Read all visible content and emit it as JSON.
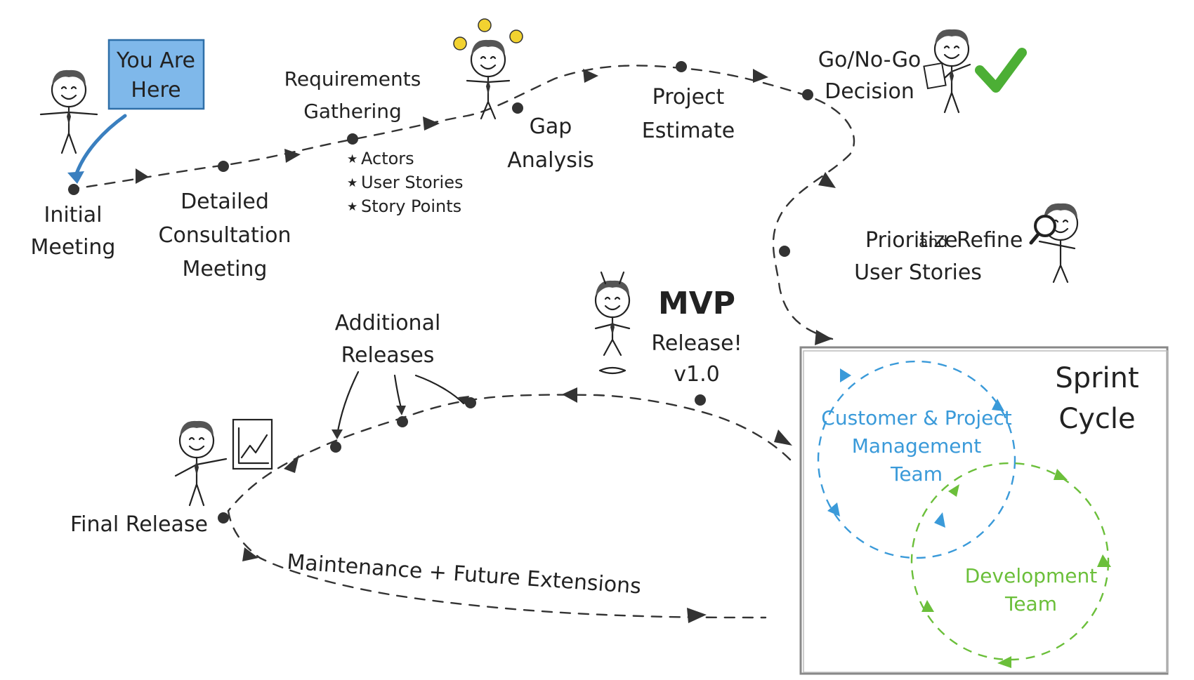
{
  "you_are_here": {
    "line1": "You Are",
    "line2": "Here"
  },
  "steps": {
    "initial": {
      "line1": "Initial",
      "line2": "Meeting"
    },
    "detailed": {
      "line1": "Detailed",
      "line2": "Consultation",
      "line3": "Meeting"
    },
    "requirements": {
      "line1": "Requirements",
      "line2": "Gathering",
      "bullets": [
        "Actors",
        "User Stories",
        "Story Points"
      ]
    },
    "gap": {
      "line1": "Gap",
      "line2": "Analysis"
    },
    "estimate": {
      "line1": "Project",
      "line2": "Estimate"
    },
    "gonogo": {
      "line1": "Go/No-Go",
      "line2": "Decision"
    },
    "prioritize": {
      "word1": "Prioritize",
      "word2": "and",
      "word3": "Refine",
      "line2": "User Stories"
    },
    "mvp": {
      "title": "MVP",
      "line2": "Release!",
      "line3": "v1.0"
    },
    "additional": {
      "line1": "Additional",
      "line2": "Releases"
    },
    "final": {
      "label": "Final Release"
    },
    "maintenance": {
      "label": "Maintenance + Future Extensions"
    }
  },
  "sprint": {
    "title1": "Sprint",
    "title2": "Cycle",
    "customer": {
      "line1": "Customer & Project",
      "line2": "Management",
      "line3": "Team"
    },
    "development": {
      "line1": "Development",
      "line2": "Team"
    }
  },
  "colors": {
    "blue": "#3a9ad9",
    "blue_fill": "#7fb8ea",
    "green": "#6bbf3a",
    "check": "#4caf35",
    "bulb": "#f2d230"
  },
  "icons": [
    "person-icon",
    "light-bulb-icon",
    "check-mark-icon",
    "clipboard-icon",
    "magnifier-icon",
    "chart-board-icon"
  ]
}
